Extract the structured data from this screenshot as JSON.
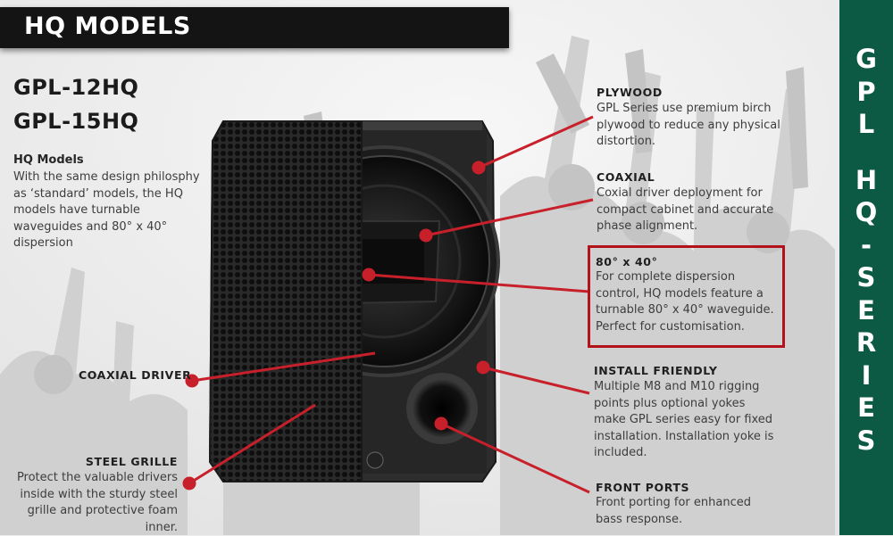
{
  "header": {
    "title": "HQ MODELS"
  },
  "models": [
    "GPL-12HQ",
    "GPL-15HQ"
  ],
  "intro": {
    "heading": "HQ Models",
    "lines": [
      "With the same design philosphy",
      "as ‘standard’ models, the HQ",
      "models have turnable",
      "waveguides and 80° x 40°",
      "dispersion"
    ]
  },
  "features": {
    "plywood": {
      "title": "PLYWOOD",
      "lines": [
        "GPL Series use premium birch",
        "plywood to reduce any physical",
        "distortion."
      ]
    },
    "coaxial": {
      "title": "COAXIAL",
      "lines": [
        "Coxial driver deployment for",
        "compact cabinet and accurate",
        "phase alignment."
      ]
    },
    "dispersion": {
      "title": "80° x 40°",
      "lines": [
        "For complete dispersion",
        "control, HQ models feature a",
        "turnable 80° x 40° waveguide.",
        "Perfect for customisation."
      ]
    },
    "install": {
      "title": "INSTALL FRIENDLY",
      "lines": [
        "Multiple M8 and M10 rigging",
        "points plus optional yokes",
        "make GPL series easy for fixed",
        "installation. Installation yoke is",
        "included."
      ]
    },
    "ports": {
      "title": "FRONT PORTS",
      "lines": [
        "Front porting for enhanced",
        "bass response."
      ]
    },
    "driver": {
      "title": "COAXIAL DRIVER"
    },
    "grille": {
      "title": "STEEL GRILLE",
      "lines": [
        "Protect the valuable drivers",
        "inside with the sturdy steel",
        "grille and protective foam",
        "inner."
      ]
    }
  },
  "sidebar": {
    "letters": [
      "G",
      "P",
      "L",
      "",
      "H",
      "Q",
      "-",
      "S",
      "E",
      "R",
      "I",
      "E",
      "S"
    ]
  },
  "colors": {
    "accent": "#c8202b",
    "sidebar": "#0c5a43",
    "header": "#141414"
  }
}
